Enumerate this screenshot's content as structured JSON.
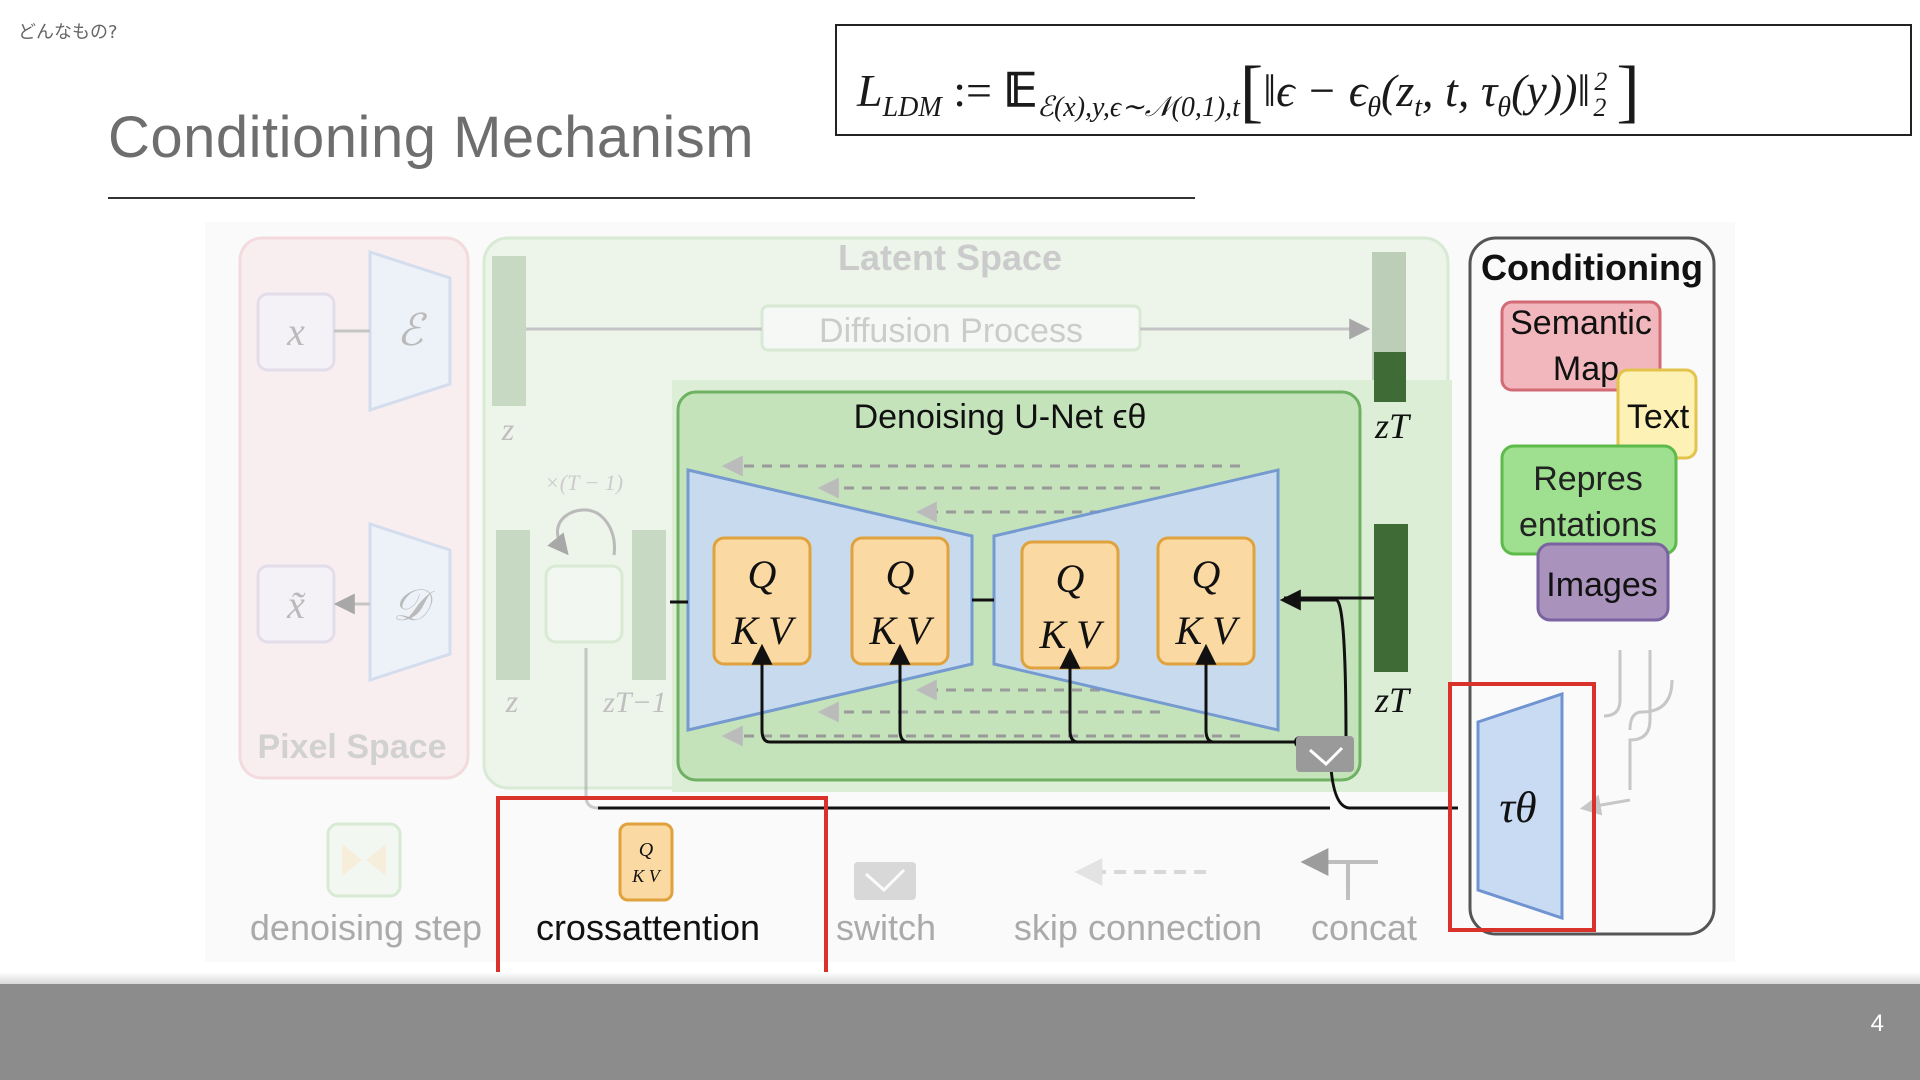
{
  "slide": {
    "caption": "どんなもの?",
    "title": "Conditioning Mechanism",
    "page_number": "4"
  },
  "formula": {
    "lhs": "L",
    "lhs_sub": "LDM",
    "assign": " := ",
    "expect": "𝔼",
    "expect_sub": "ℰ(x),y,ϵ∼𝒩(0,1),t",
    "open": "[",
    "body": "‖ϵ − ϵ",
    "theta": "θ",
    "args": "(z",
    "t_sub": "t",
    "rest": ", t, τ",
    "theta2": "θ",
    "y_part": "(y))‖",
    "norm_sup": "2",
    "norm_sub": "2",
    "close": "]"
  },
  "diagram": {
    "pixel_space": {
      "label": "Pixel Space",
      "x_symbol": "x",
      "x_tilde_symbol": "x̃",
      "encoder_symbol": "ℰ",
      "decoder_symbol": "𝒟"
    },
    "latent_space": {
      "label": "Latent Space",
      "diffusion_process": "Diffusion Process",
      "z_label_1": "z",
      "z_label_2": "z",
      "z_t_minus_1": "zT−1",
      "repeat_label": "×(T − 1)",
      "z_T_top": "zT",
      "z_T_bottom": "zT"
    },
    "unet": {
      "title": "Denoising U-Net ϵθ",
      "qkv_blocks": [
        {
          "q": "Q",
          "kv": "K V"
        },
        {
          "q": "Q",
          "kv": "K V"
        },
        {
          "q": "Q",
          "kv": "K V"
        },
        {
          "q": "Q",
          "kv": "K V"
        }
      ]
    },
    "conditioning": {
      "title": "Conditioning",
      "items": [
        {
          "label_line1": "Semantic",
          "label_line2": "Map"
        },
        {
          "label_line1": "Text",
          "label_line2": ""
        },
        {
          "label_line1": "Repres",
          "label_line2": "entations"
        },
        {
          "label_line1": "Images",
          "label_line2": ""
        }
      ],
      "tau_symbol": "τθ"
    },
    "legend": {
      "denoising_step": "denoising step",
      "crossattention": "crossattention",
      "crossattention_q": "Q",
      "crossattention_kv": "K V",
      "switch": "switch",
      "skip_connection": "skip connection",
      "concat": "concat"
    },
    "colors": {
      "highlight_red": "#d9322b",
      "pixel_space_pink": "#f8d9dd",
      "latent_green": "#d6ebcf",
      "unet_green": "#b7dcaf",
      "trapezoid_blue": "#c9dbf3",
      "qkv_orange": "#fbd9a3",
      "semantic_map_red": "#f2b7bc",
      "text_yellow": "#fef1b5",
      "representations_green": "#9ee08f",
      "images_purple": "#a993bd"
    }
  }
}
